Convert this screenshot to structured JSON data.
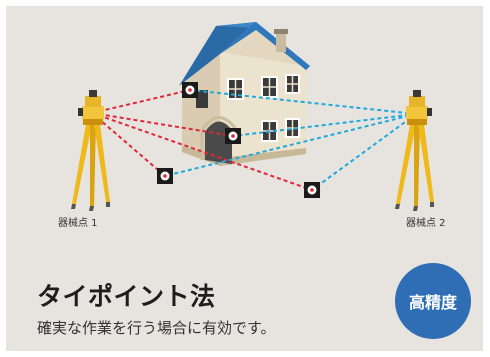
{
  "labels": {
    "instrument_1": "器械点 1",
    "instrument_2": "器械点 2"
  },
  "title": "タイポイント法",
  "subtitle": "確実な作業を行う場合に有効です。",
  "badge": "高精度",
  "colors": {
    "background": "#e7e4df",
    "red_lines": "#e0283a",
    "blue_lines": "#1fa9dc",
    "badge": "#2f6db5",
    "roof": "#2e7ab8",
    "wall": "#e6dcc7",
    "tripod": "#efb81b"
  },
  "icons": [
    "house-icon",
    "total-station-icon",
    "tripod-icon",
    "target-marker-icon"
  ]
}
